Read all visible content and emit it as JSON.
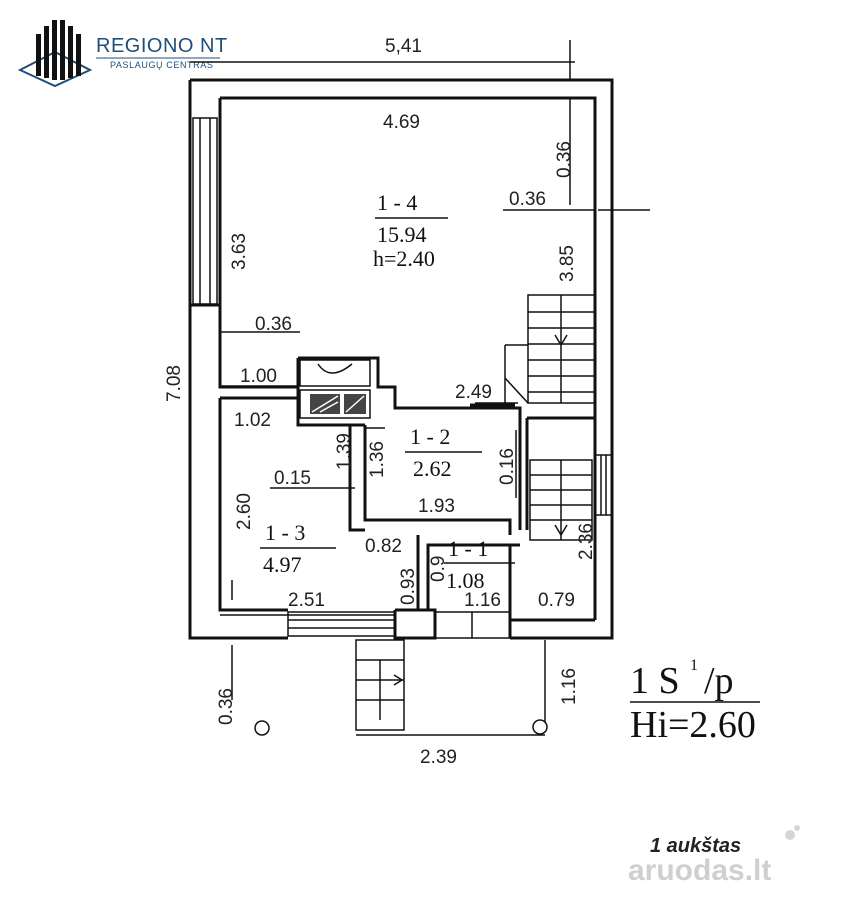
{
  "logo": {
    "title": "REGIONO NT",
    "subtitle": "PASLAUGŲ CENTRAS",
    "color": "#1f4e79"
  },
  "rooms": [
    {
      "id": "1 - 4",
      "area": "15.94",
      "height": "h=2.40"
    },
    {
      "id": "1 - 2",
      "area": "2.62"
    },
    {
      "id": "1 - 3",
      "area": "4.97"
    },
    {
      "id": "1 - 1",
      "area": "1.08"
    }
  ],
  "dimensions": {
    "top_width": "5,41",
    "inner_width": "4.69",
    "right_top": "0.36",
    "right_ledge": "0.36",
    "right_height": "3.85",
    "left_window": "3.63",
    "left_ledge": "0.36",
    "left_total": "7.08",
    "step_1": "1.00",
    "width_249": "2.49",
    "width_102": "1.02",
    "h_139": "1.39",
    "h_136": "1.36",
    "h_016": "0.16",
    "w_015": "0.15",
    "w_193": "1.93",
    "h_260": "2.60",
    "w_082": "0.82",
    "h_09": "0.9",
    "h_093": "0.93",
    "h_236": "2.36",
    "w_251": "2.51",
    "w_116": "1.16",
    "w_079": "0.79",
    "bottom_036": "0.36",
    "bottom_116": "1.16",
    "bottom_239": "2.39"
  },
  "legend": {
    "line1": "1 S",
    "sup": "1",
    "slash": "/p",
    "line2": "Hi=2.60"
  },
  "floor_caption": "1 aukštas",
  "watermark": "aruodas.lt"
}
